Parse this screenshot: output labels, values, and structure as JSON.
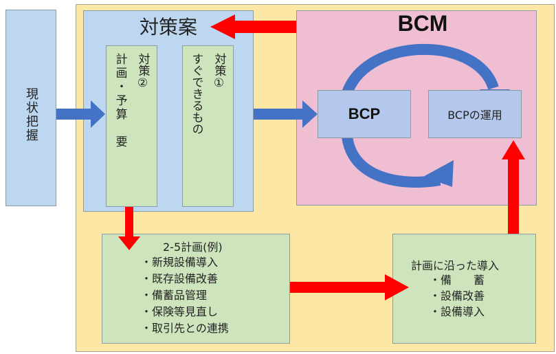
{
  "current_state": "現状把握",
  "countermeasures": {
    "title": "対策案",
    "plan2": {
      "label": "対策②",
      "body": "計画・予算　要"
    },
    "plan1": {
      "label": "対策①",
      "body": "すぐできるもの"
    }
  },
  "bcm": {
    "title": "BCM",
    "bcp": "BCP",
    "bcp_operation": "BCPの運用"
  },
  "plan_example": {
    "title": "2-5計画(例)",
    "items": [
      "・新規設備導入",
      "・既存設備改善",
      "・備蓄品管理",
      "・保険等見直し",
      "・取引先との連携"
    ]
  },
  "implementation": {
    "title": "計画に沿った導入",
    "items": [
      "・備　　蓄",
      "・設備改善",
      "・設備導入"
    ]
  },
  "colors": {
    "background_outer": "#fde7a4",
    "countermeasure_panel": "#bcd7ef",
    "plan_card": "#cde4bd",
    "bcm_panel": "#efbed3",
    "bcp_box": "#b3c8ec",
    "blue_arrow": "#4472c4",
    "red_arrow": "#ff0000"
  }
}
